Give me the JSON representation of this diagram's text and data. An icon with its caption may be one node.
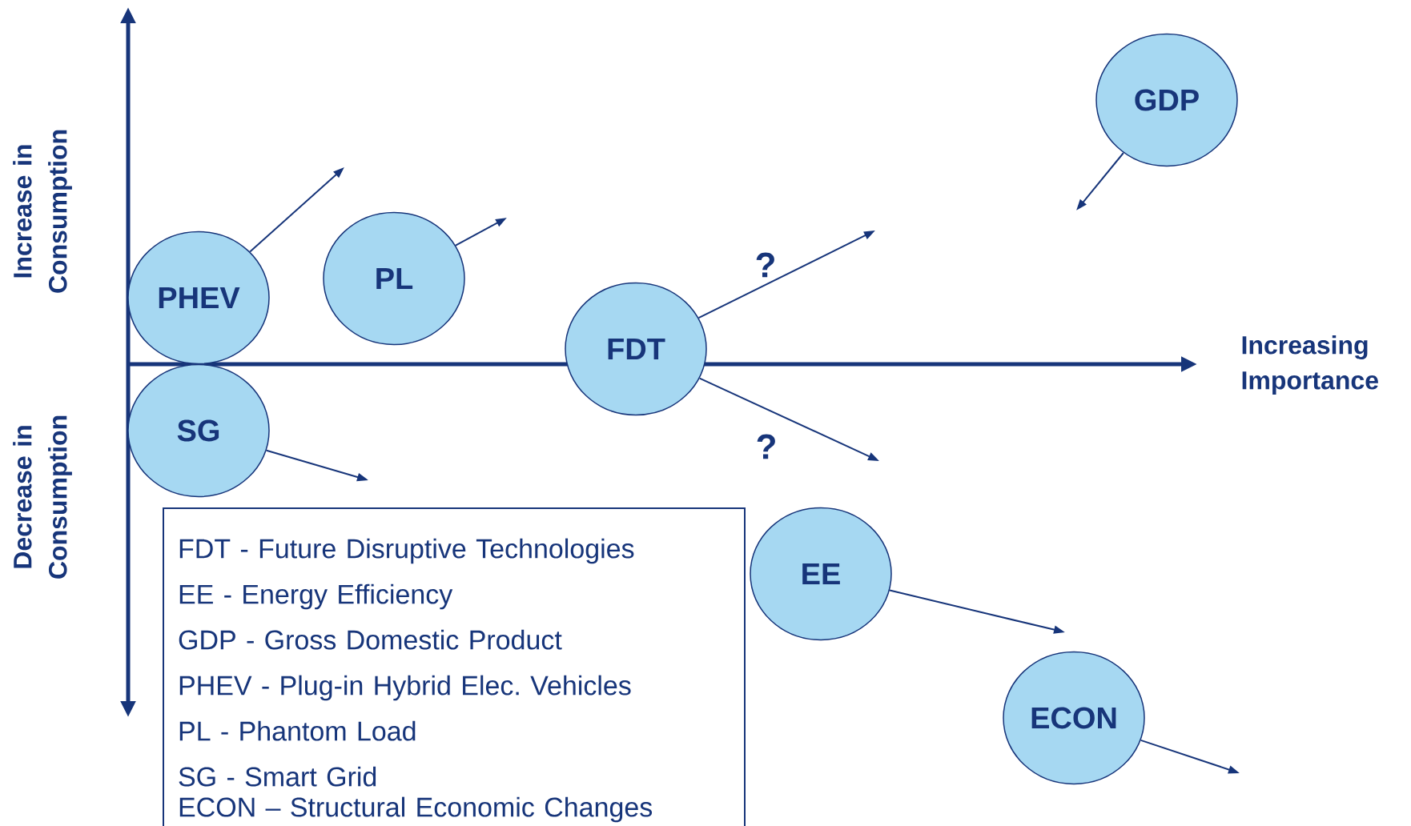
{
  "diagram": {
    "nodes": [
      {
        "text": [
          "PHEV"
        ]
      },
      {
        "text": [
          "PL"
        ]
      },
      {
        "text": [
          "FDT"
        ]
      },
      {
        "text": [
          "GDP"
        ]
      },
      {
        "text": [
          "SG"
        ]
      },
      {
        "text": [
          "EE"
        ]
      },
      {
        "text": [
          "ECON"
        ]
      },
      {
        "text": [
          "FDT - Future Disruptive Technologies",
          "EE - Energy Efficiency",
          "GDP - Gross Domestic Product",
          "PHEV - Plug-in Hybrid Elec. Vehicles",
          "PL - Phantom Load",
          "SG - Smart Grid",
          "ECON – Structural Economic Changes"
        ]
      }
    ],
    "edges": [
      {
        "from": 0,
        "to": null,
        "arrow": "to"
      },
      {
        "from": 1,
        "to": null,
        "arrow": "to"
      },
      {
        "from": 2,
        "to": null,
        "arrow": "to",
        "label": "?"
      },
      {
        "from": 2,
        "to": null,
        "arrow": "to",
        "label": "?"
      },
      {
        "from": 3,
        "to": null,
        "arrow": "to"
      },
      {
        "from": 4,
        "to": null,
        "arrow": "to"
      },
      {
        "from": 5,
        "to": null,
        "arrow": "to"
      },
      {
        "from": 6,
        "to": null,
        "arrow": "to"
      }
    ],
    "labels": [
      "Increase in Consumption",
      "Decrease in Consumption",
      "Increasing Importance"
    ]
  }
}
